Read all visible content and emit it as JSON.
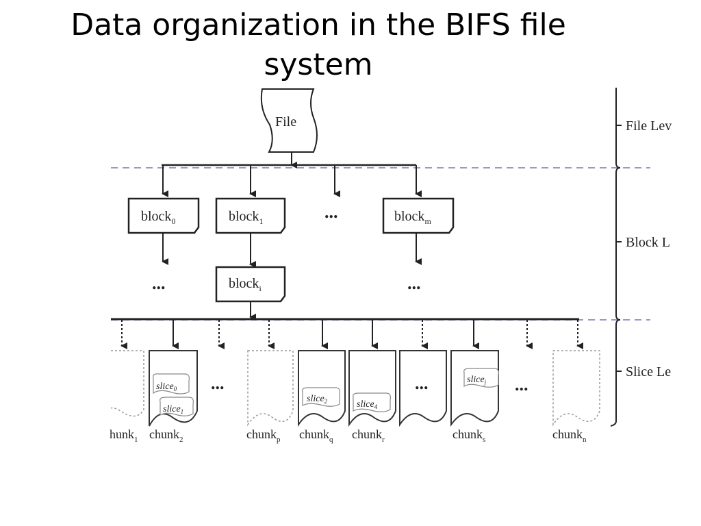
{
  "slide": {
    "title": "Data organization in the BIFS file system"
  },
  "diagram": {
    "file_label": "File",
    "levels": {
      "file": "File Lev",
      "block": "Block L",
      "slice": "Slice Le"
    },
    "ellipsis": "...",
    "blocks": [
      {
        "base": "block",
        "sub": "0"
      },
      {
        "base": "block",
        "sub": "1"
      },
      {
        "base": "block",
        "sub": "m"
      },
      {
        "base": "block",
        "sub": "i"
      }
    ],
    "chunks": [
      {
        "base": "hunk",
        "sub": "1"
      },
      {
        "base": "chunk",
        "sub": "2"
      },
      {
        "base": "chunk",
        "sub": "p"
      },
      {
        "base": "chunk",
        "sub": "q"
      },
      {
        "base": "chunk",
        "sub": "r"
      },
      {
        "base": "chunk",
        "sub": "s"
      },
      {
        "base": "chunk",
        "sub": "n"
      }
    ],
    "slices": [
      {
        "base": "slice",
        "sub": "0"
      },
      {
        "base": "slice",
        "sub": "1"
      },
      {
        "base": "slice",
        "sub": "2"
      },
      {
        "base": "slice",
        "sub": "4"
      },
      {
        "base": "slice",
        "sub": "j"
      }
    ]
  }
}
